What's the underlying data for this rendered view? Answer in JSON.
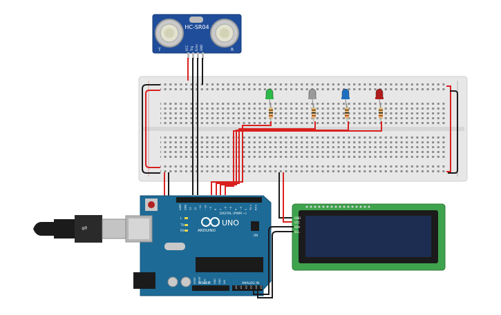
{
  "sensor": {
    "model": "HC-SR04",
    "left_mark": "T",
    "right_mark": "R",
    "pins": [
      "VCC",
      "Trig",
      "Echo",
      "GND"
    ]
  },
  "leds": [
    {
      "color": "#2db84a"
    },
    {
      "color": "#9a9a9a"
    },
    {
      "color": "#1f6fc1"
    },
    {
      "color": "#b01c1c"
    }
  ],
  "arduino": {
    "brand": "ARDUINO",
    "model": "UNO",
    "digital_label": "DIGITAL (PWM ~)",
    "power_label": "POWER",
    "analog_label": "ANALOG IN",
    "on_label": "ON",
    "tx_label": "TX",
    "rx_label": "RX",
    "l_label": "L",
    "analog_pins": [
      "A0",
      "A1",
      "A2",
      "A3",
      "A4",
      "A5"
    ],
    "power_pins": [
      "IOREF",
      "RESET",
      "3.3V",
      "5V",
      "GND",
      "GND",
      "VIN"
    ],
    "digital_pins": [
      "AREF",
      "GND",
      "13",
      "12",
      "~11",
      "~10",
      "~9",
      "8",
      "7",
      "~6",
      "~5",
      "4",
      "~3",
      "2",
      "TX 1",
      "RX 0"
    ]
  },
  "lcd": {
    "pins": [
      "GND",
      "VCC",
      "SDA",
      "SCL"
    ]
  },
  "colors": {
    "breadboard": "#e7e7e7",
    "board": "#1d6a96",
    "lcd_pcb": "#3fa34d",
    "lcd_screen": "#1d2d52",
    "wire_red": "#d9201e",
    "wire_black": "#1a1a1a"
  }
}
